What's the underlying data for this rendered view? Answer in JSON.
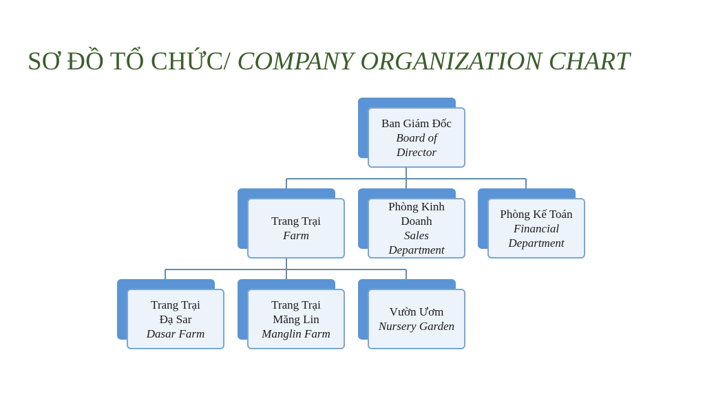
{
  "title": {
    "vi": "SƠ ĐỒ TỔ CHỨC/",
    "en": "COMPANY ORGANIZATION CHART"
  },
  "nodes": {
    "board": {
      "vi": "Ban Giám Đốc",
      "en": "Board of Director"
    },
    "farm": {
      "vi": "Trang Trại",
      "en": "Farm"
    },
    "sales": {
      "vi": "Phòng Kinh Doanh",
      "en": "Sales Department"
    },
    "finance": {
      "vi": "Phòng Kế Toán",
      "en": "Financial Department"
    },
    "dasar": {
      "vi": "Trang Trại Đạ Sar",
      "en": "Dasar Farm"
    },
    "manglin": {
      "vi": "Trang Trại Măng Lin",
      "en": "Manglin Farm"
    },
    "nursery": {
      "vi": "Vườn Ươm",
      "en": "Nursery Garden"
    }
  },
  "colors": {
    "title": "#3b5e2b",
    "node_back": "#5b94d6",
    "node_front": "#edf3fb",
    "node_border": "#7aa7d2",
    "connector": "#5f8fae"
  }
}
